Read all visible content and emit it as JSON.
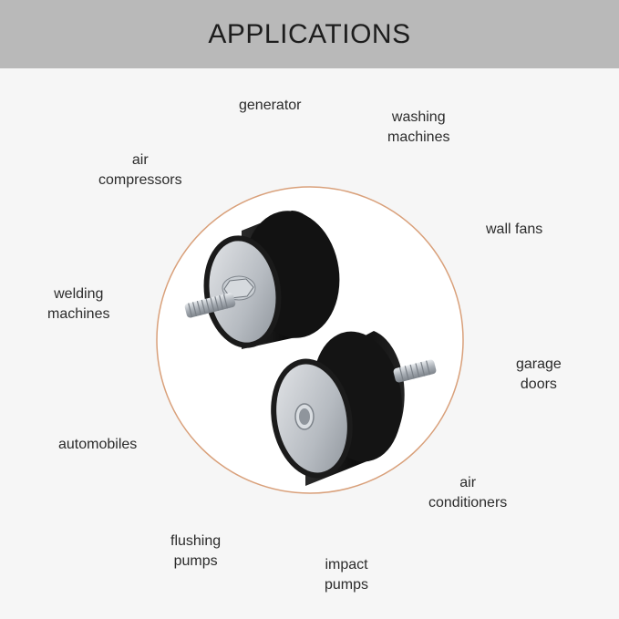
{
  "header": {
    "title": "APPLICATIONS"
  },
  "applications": [
    {
      "line1": "generator",
      "line2": ""
    },
    {
      "line1": "washing",
      "line2": "machines"
    },
    {
      "line1": "air",
      "line2": "compressors"
    },
    {
      "line1": "wall fans",
      "line2": ""
    },
    {
      "line1": "welding",
      "line2": "machines"
    },
    {
      "line1": "garage",
      "line2": "doors"
    },
    {
      "line1": "automobiles",
      "line2": ""
    },
    {
      "line1": "air",
      "line2": "conditioners"
    },
    {
      "line1": "flushing",
      "line2": "pumps"
    },
    {
      "line1": "impact",
      "line2": "pumps"
    }
  ],
  "colors": {
    "header_bg": "#b9b9b9",
    "panel_bg": "#f6f6f6",
    "circle_border": "#d9a07a",
    "rubber": "#141414",
    "metal": "#b8bcc2"
  }
}
